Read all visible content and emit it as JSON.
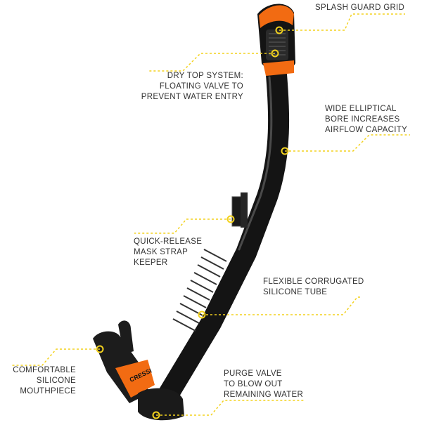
{
  "colors": {
    "accent_yellow": "#f3d21e",
    "snorkel_black": "#141414",
    "snorkel_orange": "#f26b12",
    "text": "#333333"
  },
  "brand": "CRESSI",
  "callouts": [
    {
      "id": "splash",
      "lines": [
        "SPLASH GUARD GRID"
      ]
    },
    {
      "id": "drytop",
      "lines": [
        "DRY TOP SYSTEM:",
        "FLOATING VALVE TO",
        "PREVENT WATER ENTRY"
      ]
    },
    {
      "id": "bore",
      "lines": [
        "WIDE ELLIPTICAL",
        "BORE INCREASES",
        "AIRFLOW CAPACITY"
      ]
    },
    {
      "id": "keeper",
      "lines": [
        "QUICK-RELEASE",
        "MASK STRAP",
        "KEEPER"
      ]
    },
    {
      "id": "tube",
      "lines": [
        "FLEXIBLE CORRUGATED",
        "SILICONE TUBE"
      ]
    },
    {
      "id": "mouthpiece",
      "lines": [
        "COMFORTABLE",
        "SILICONE",
        "MOUTHPIECE"
      ]
    },
    {
      "id": "purge",
      "lines": [
        "PURGE VALVE",
        "TO BLOW OUT",
        "REMAINING WATER"
      ]
    }
  ]
}
